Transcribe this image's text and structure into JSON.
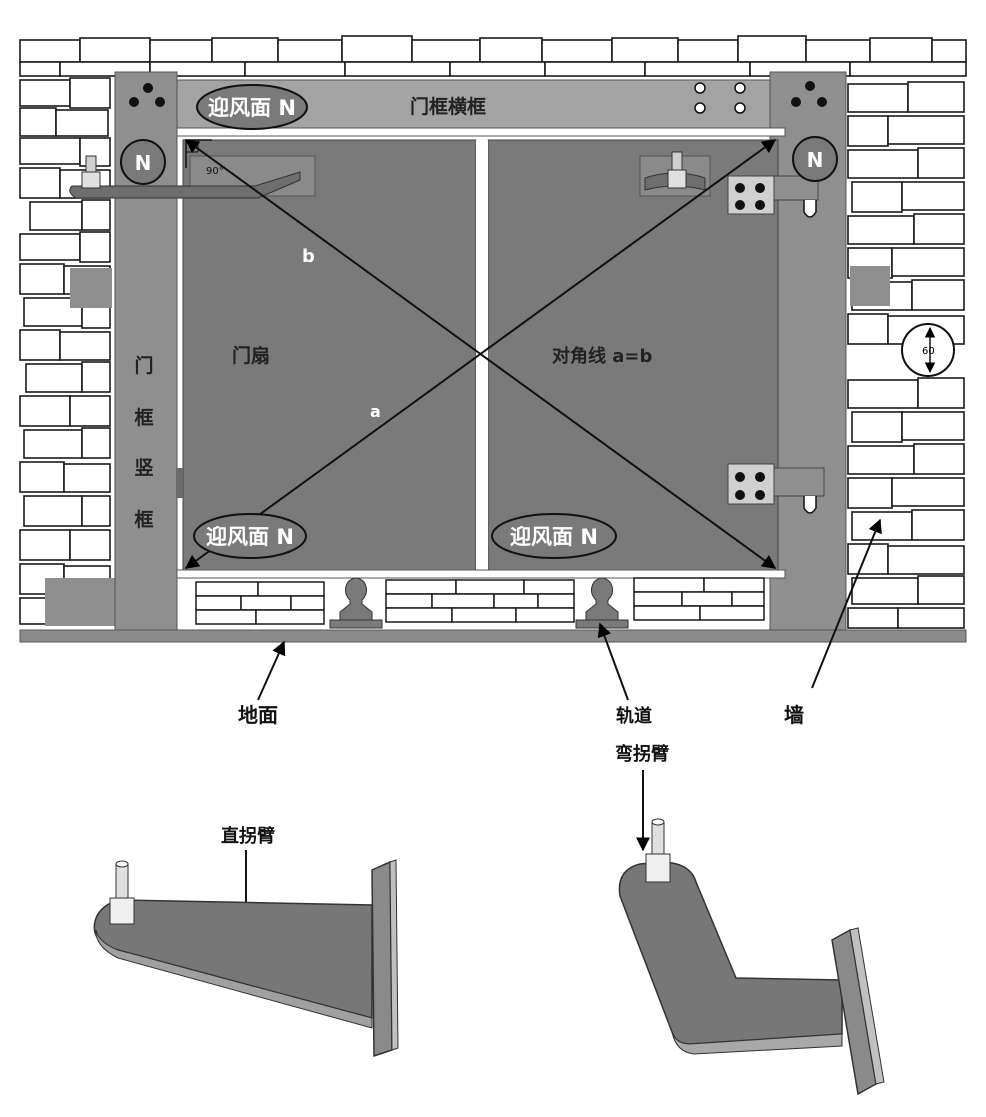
{
  "labels": {
    "top_frame": "门框横框",
    "windward_tl": "迎风面 N",
    "windward_bl": "迎风面 N",
    "windward_br": "迎风面 N",
    "n_left": "N",
    "n_right": "N",
    "angle": "90°",
    "b": "b",
    "a": "a",
    "door_leaf": "门扇",
    "diagonal": "对角线 a=b",
    "vertical_frame": [
      "门",
      "框",
      "竖",
      "框"
    ],
    "gauge": "60",
    "ground": "地面",
    "track": "轨道",
    "wall": "墙",
    "bracket_left": "直拐臂",
    "bracket_right": "弯拐臂"
  },
  "colors": {
    "frame": "#8f8f8f",
    "door": "#7a7a7a",
    "ground": "#8c8c8c",
    "brick_stroke": "#1a1a1a",
    "arm": "#6e6e6e"
  }
}
